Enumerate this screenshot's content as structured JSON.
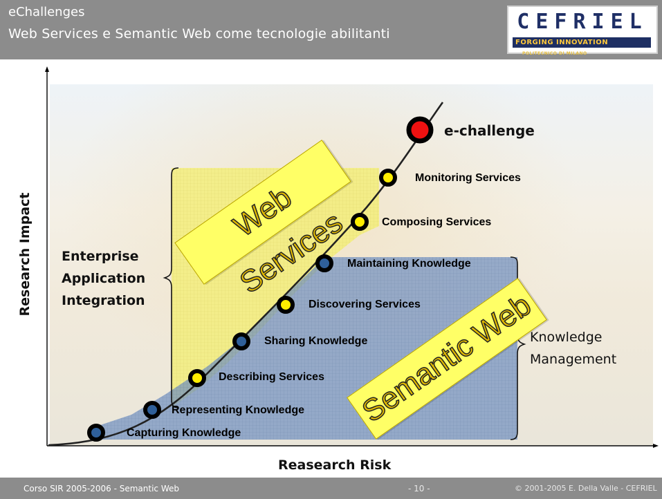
{
  "header": {
    "line1": "eChallenges",
    "line2": "Web Services e Semantic Web come tecnologie abilitanti"
  },
  "logo": {
    "word": "CEFRIEL",
    "tagline": "FORGING INNOVATION",
    "sub": "POLITECNICO DI MILANO"
  },
  "axes": {
    "y_label": "Research Impact",
    "x_label": "Reasearch Risk"
  },
  "banners": {
    "web_services": "Web Services",
    "semantic_web": "Semantic Web"
  },
  "groups": {
    "eai": [
      "Enterprise",
      "Application",
      "Integration"
    ],
    "km": [
      "Knowledge",
      "Management"
    ]
  },
  "milestones": [
    {
      "label": "Capturing Knowledge",
      "kind": "knowledge"
    },
    {
      "label": "Representing Knowledge",
      "kind": "knowledge"
    },
    {
      "label": "Describing Services",
      "kind": "service"
    },
    {
      "label": "Sharing Knowledge",
      "kind": "knowledge"
    },
    {
      "label": "Discovering Services",
      "kind": "service"
    },
    {
      "label": "Maintaining Knowledge",
      "kind": "knowledge"
    },
    {
      "label": "Composing Services",
      "kind": "service"
    },
    {
      "label": "Monitoring Services",
      "kind": "service"
    },
    {
      "label": "e-challenge",
      "kind": "challenge"
    }
  ],
  "colors": {
    "knowledge": "#2f5f99",
    "service": "#ffee00",
    "challenge": "#ee1111",
    "ws_region": "#f4f06a",
    "sw_region": "#6f8fc0",
    "banner_fill": "#ffff66",
    "banner_text": "#e0b800"
  },
  "footer": {
    "course": "Corso SIR 2005-2006 - Semantic Web",
    "page": "- 10 -",
    "copyright": "© 2001-2005 E. Della Valle - CEFRIEL"
  }
}
